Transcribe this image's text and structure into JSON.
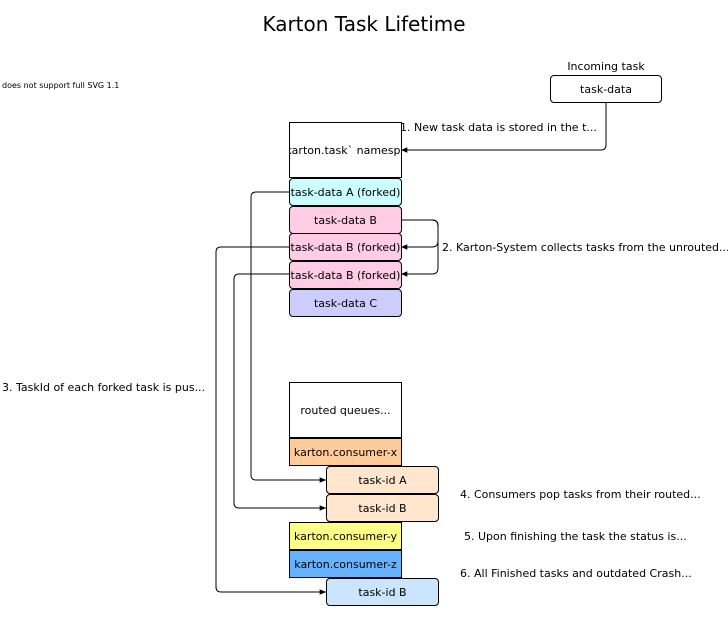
{
  "title": "Karton Task Lifetime",
  "warning": "does not support full SVG 1.1",
  "incoming": {
    "label": "Incoming task",
    "box": "task-data"
  },
  "namespace_box": "`karton.task` namesp...",
  "tasks": [
    {
      "label": "task-data A (forked)",
      "color": "#ccffff"
    },
    {
      "label": "task-data B",
      "color": "#ffcce6"
    },
    {
      "label": "task-data B (forked)",
      "color": "#ffcce6"
    },
    {
      "label": "task-data B (forked)",
      "color": "#ffcce6"
    },
    {
      "label": "task-data C",
      "color": "#ccccff"
    }
  ],
  "routed_box": "routed queues...",
  "consumers": {
    "x": {
      "label": "karton.consumer-x",
      "color": "#ffcc99"
    },
    "y": {
      "label": "karton.consumer-y",
      "color": "#ffff88"
    },
    "z": {
      "label": "karton.consumer-z",
      "color": "#66b2ff"
    }
  },
  "task_ids": {
    "a": {
      "label": "task-id A",
      "color": "#ffe6cc"
    },
    "b": {
      "label": "task-id B",
      "color": "#ffe6cc"
    },
    "b2": {
      "label": "task-id B",
      "color": "#cce5ff"
    }
  },
  "steps": {
    "s1": "1. New task data is stored in the t...",
    "s2": "2. Karton-System collects tasks from the unrouted...",
    "s3": "3. TaskId of each forked task is pus...",
    "s4": "4. Consumers pop tasks from their routed...",
    "s5": "5. Upon finishing the task the status is...",
    "s6": "6. All Finished tasks and outdated Crash..."
  }
}
